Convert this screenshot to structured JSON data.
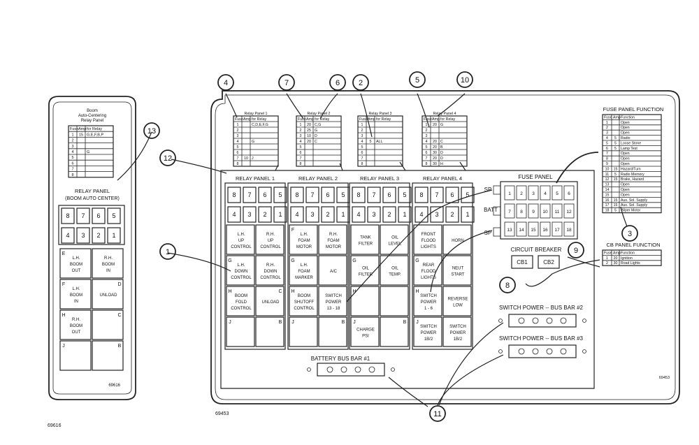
{
  "callouts": [
    "1",
    "2",
    "3",
    "4",
    "5",
    "6",
    "7",
    "8",
    "9",
    "10",
    "11",
    "12",
    "13"
  ],
  "figure_ids": {
    "left": "69616",
    "left_inner": "69616",
    "main": "69453",
    "main_inner": "69453"
  },
  "left_panel": {
    "title": [
      "RELAY PANEL",
      "(BOOM AUTO CENTER)"
    ],
    "table_title": [
      "Boom",
      "Auto-Centering",
      "Relay Panel"
    ],
    "table_header": [
      "Fuse",
      "Amp",
      "for Relay"
    ],
    "table_rows": [
      [
        "1",
        "15",
        "G,E,F,B,P"
      ],
      [
        "2",
        "",
        ""
      ],
      [
        "3",
        "",
        ""
      ],
      [
        "4",
        "",
        "G"
      ],
      [
        "5",
        "",
        ""
      ],
      [
        "6",
        "",
        ""
      ],
      [
        "7",
        "",
        ""
      ],
      [
        "8",
        "",
        ""
      ]
    ],
    "relay_nums": [
      "8",
      "7",
      "6",
      "5",
      "4",
      "3",
      "2",
      "1"
    ],
    "relays": [
      {
        "letter": "E",
        "lines": [
          "L.H.",
          "BOOM",
          "OUT"
        ]
      },
      {
        "letter": "",
        "lines": [
          "R.H.",
          "BOOM",
          "IN"
        ]
      },
      {
        "letter": "F",
        "lines": [
          "L.H.",
          "BOOM",
          "IN"
        ]
      },
      {
        "letter": "D",
        "lines": [
          "UNLOAD"
        ]
      },
      {
        "letter": "H",
        "lines": [
          "R.H.",
          "BOOM",
          "OUT"
        ]
      },
      {
        "letter": "C",
        "lines": []
      },
      {
        "letter": "J",
        "lines": []
      },
      {
        "letter": "B",
        "lines": []
      }
    ]
  },
  "relay_tables": [
    {
      "title": "Relay Panel 1",
      "rows": [
        [
          "1",
          "",
          "C,D,E,F,G"
        ],
        [
          "2",
          "",
          ""
        ],
        [
          "3",
          "",
          ""
        ],
        [
          "4",
          "",
          "G"
        ],
        [
          "5",
          "",
          ""
        ],
        [
          "6",
          "",
          ""
        ],
        [
          "7",
          "10",
          "J"
        ],
        [
          "8",
          "",
          ""
        ]
      ]
    },
    {
      "title": "Relay Panel 2",
      "rows": [
        [
          "1",
          "20",
          "C,G"
        ],
        [
          "2",
          "25",
          "G"
        ],
        [
          "3",
          "10",
          "D"
        ],
        [
          "4",
          "20",
          "C"
        ],
        [
          "5",
          "",
          ""
        ],
        [
          "6",
          "",
          ""
        ],
        [
          "7",
          "",
          ""
        ],
        [
          "8",
          "",
          ""
        ]
      ]
    },
    {
      "title": "Relay Panel 3",
      "rows": [
        [
          "1",
          "",
          ""
        ],
        [
          "2",
          "",
          ""
        ],
        [
          "3",
          "",
          ""
        ],
        [
          "4",
          "5",
          "ALL"
        ],
        [
          "5",
          "",
          ""
        ],
        [
          "6",
          "",
          ""
        ],
        [
          "7",
          "",
          ""
        ],
        [
          "8",
          "",
          ""
        ]
      ]
    },
    {
      "title": "Relay Panel 4",
      "rows": [
        [
          "1",
          "20",
          "G"
        ],
        [
          "2",
          "",
          ""
        ],
        [
          "3",
          "",
          ""
        ],
        [
          "4",
          "20",
          "C"
        ],
        [
          "5",
          "20",
          "B"
        ],
        [
          "6",
          "30",
          "D"
        ],
        [
          "7",
          "20",
          "D"
        ],
        [
          "8",
          "30",
          "H"
        ]
      ]
    }
  ],
  "table_header": [
    "Fuse",
    "Amp",
    "for Relay"
  ],
  "relay_panels": [
    {
      "label": "RELAY PANEL 1",
      "nums": [
        "8",
        "7",
        "6",
        "5",
        "4",
        "3",
        "2",
        "1"
      ],
      "relays": [
        {
          "letter": "",
          "lines": [
            "L.H.",
            "UP",
            "CONTROL"
          ]
        },
        {
          "letter": "",
          "lines": [
            "R.H.",
            "UP",
            "CONTROL"
          ]
        },
        {
          "letter": "G",
          "lines": [
            "L.H.",
            "DOWN",
            "CONTROL"
          ]
        },
        {
          "letter": "",
          "lines": [
            "R.H.",
            "DOWN",
            "CONTROL"
          ]
        },
        {
          "letter": "H",
          "lines": [
            "BOOM",
            "FOLD",
            "CONTROL"
          ]
        },
        {
          "letter": "C",
          "lines": [
            "UNLOAD"
          ]
        },
        {
          "letter": "J",
          "lines": []
        },
        {
          "letter": "B",
          "lines": []
        }
      ]
    },
    {
      "label": "RELAY PANEL 2",
      "nums": [
        "8",
        "7",
        "6",
        "5",
        "4",
        "3",
        "2",
        "1"
      ],
      "relays": [
        {
          "letter": "F",
          "lines": [
            "L.H.",
            "FOAM",
            "MOTOR"
          ]
        },
        {
          "letter": "",
          "lines": [
            "R.H.",
            "FOAM",
            "MOTOR"
          ]
        },
        {
          "letter": "G",
          "lines": [
            "L.H.",
            "FOAM",
            "MARKER"
          ]
        },
        {
          "letter": "",
          "lines": [
            "A/C"
          ]
        },
        {
          "letter": "H",
          "lines": [
            "BOOM",
            "SHUTOFF",
            "CONTROL"
          ]
        },
        {
          "letter": "",
          "lines": [
            "SWITCH",
            "POWER",
            "13 - 18"
          ]
        },
        {
          "letter": "J",
          "lines": []
        },
        {
          "letter": "B",
          "lines": []
        }
      ]
    },
    {
      "label": "RELAY PANEL 3",
      "nums": [
        "8",
        "7",
        "6",
        "5",
        "4",
        "3",
        "2",
        "1"
      ],
      "relays": [
        {
          "letter": "",
          "lines": [
            "TANK",
            "FILTER"
          ]
        },
        {
          "letter": "",
          "lines": [
            "OIL",
            "LEVEL"
          ]
        },
        {
          "letter": "G",
          "lines": [
            "OIL",
            "FILTER"
          ]
        },
        {
          "letter": "",
          "lines": [
            "OIL",
            "TEMP."
          ]
        },
        {
          "letter": "H",
          "lines": []
        },
        {
          "letter": "",
          "lines": []
        },
        {
          "letter": "J",
          "lines": [
            "CHARGE",
            "PSI"
          ]
        },
        {
          "letter": "B",
          "lines": []
        }
      ]
    },
    {
      "label": "RELAY PANEL 4",
      "nums": [
        "8",
        "7",
        "6",
        "5",
        "4",
        "3",
        "2",
        "1"
      ],
      "relays": [
        {
          "letter": "",
          "lines": [
            "FRONT",
            "FLOOD",
            "LIGHTS"
          ]
        },
        {
          "letter": "",
          "lines": [
            "HORN"
          ]
        },
        {
          "letter": "G",
          "lines": [
            "REAR",
            "FLOOD",
            "LIGHTS"
          ]
        },
        {
          "letter": "",
          "lines": [
            "NEUT",
            "START"
          ]
        },
        {
          "letter": "H",
          "lines": [
            "SWITCH",
            "POWER",
            "1 - 6"
          ]
        },
        {
          "letter": "",
          "lines": [
            "REVERSE",
            "LOW"
          ]
        },
        {
          "letter": "J",
          "lines": [
            "SWITCH",
            "POWER",
            "1B/2"
          ]
        },
        {
          "letter": "",
          "lines": [
            "SWITCH",
            "POWER",
            "1B/2"
          ]
        }
      ]
    }
  ],
  "fuse_panel": {
    "label": "FUSE PANEL",
    "top": [
      "1",
      "2",
      "3",
      "4",
      "5",
      "6"
    ],
    "bottom": [
      "7",
      "8",
      "9",
      "10",
      "11",
      "12"
    ],
    "bottom2": [
      "13",
      "14",
      "15",
      "16",
      "17",
      "18"
    ],
    "sp": "SP",
    "batt": "BATT"
  },
  "fuse_function": {
    "title": "FUSE PANEL FUNCTION",
    "header": [
      "Fuse",
      "Amp",
      "Function"
    ],
    "rows": [
      [
        "1",
        "",
        "Open"
      ],
      [
        "2",
        "",
        "Open"
      ],
      [
        "3",
        "",
        "Open"
      ],
      [
        "4",
        "5",
        "Radio"
      ],
      [
        "5",
        "5",
        "Loose Stone"
      ],
      [
        "6",
        "5",
        "Lamp Test"
      ],
      [
        "7",
        "",
        "Open"
      ],
      [
        "8",
        "",
        "Open"
      ],
      [
        "9",
        "",
        "Open"
      ],
      [
        "10",
        "15",
        "Hazard/Turn"
      ],
      [
        "11",
        "5",
        "Radio Memory"
      ],
      [
        "12",
        "15",
        "Brake, Hazard"
      ],
      [
        "13",
        "",
        "Open"
      ],
      [
        "14",
        "",
        "Open"
      ],
      [
        "15",
        "",
        "Open"
      ],
      [
        "16",
        "15",
        "Aux. Sol. Supply"
      ],
      [
        "17",
        "15",
        "Aux. Sol. Supply"
      ],
      [
        "18",
        "5",
        "Wiper Motor"
      ]
    ]
  },
  "cb_function": {
    "title": "CB PANEL FUNCTION",
    "header": [
      "Fuse",
      "Amp",
      "Function"
    ],
    "rows": [
      [
        "1",
        "20",
        "Ignition"
      ],
      [
        "2",
        "30",
        "Road Lights"
      ]
    ]
  },
  "circuit_breaker": {
    "label": "CIRCUIT BREAKER",
    "cb1": "CB1",
    "cb2": "CB2"
  },
  "bus_bars": {
    "sp2": "SWITCH POWER  --  BUS BAR #2",
    "sp3": "SWITCH POWER  --  BUS BAR #3",
    "batt": "BATTERY      BUS BAR #1"
  }
}
